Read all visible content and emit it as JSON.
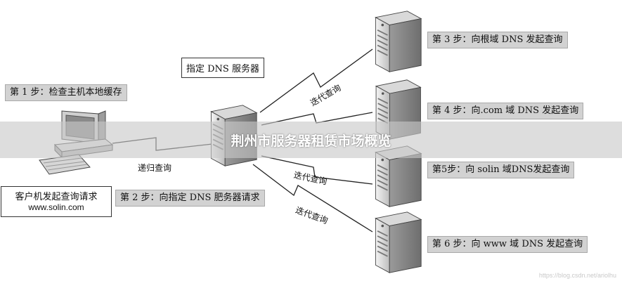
{
  "labels": {
    "step1": "第 1 步：检查主机本地缓存",
    "step2": "第 2 步：向指定 DNS 肥务器请求",
    "step3": "第 3 步：向根域 DNS 发起查询",
    "step4": "第 4 步：向.com 域 DNS 发起查询",
    "step5": "第5步：向 solin 域DNS发起查询",
    "step6": "第 6 步：向 www 域 DNS 发起查询",
    "dns_server": "指定 DNS 服务器",
    "client_line1": "客户机发起查询请求",
    "client_line2": "www.solin.com",
    "recursive": "递归查询",
    "iter1": "迭代查询",
    "iter2": "迭代查询",
    "iter3": "迭代查询"
  },
  "banner_title": "荆州市服务器租赁市场概览",
  "watermark": "https://blog.csdn.net/ariolhu",
  "colors": {
    "label_bg": "#d2d2d2",
    "banner_bg": "#c8c8c8",
    "line": "#222222"
  }
}
